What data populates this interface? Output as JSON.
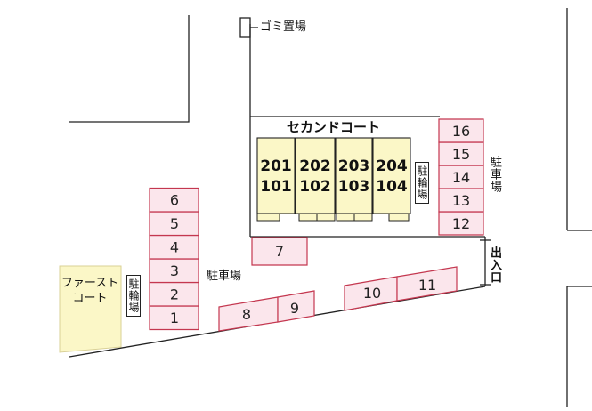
{
  "colors": {
    "parking_fill": "#fbe6ec",
    "parking_stroke": "#c4374f",
    "building_fill": "#fbf7c7",
    "outline": "#222222"
  },
  "labels": {
    "garbage": "ゴミ置場",
    "second_court": "セカンドコート",
    "first_court_line1": "ファースト",
    "first_court_line2": "コート",
    "bicycle_parking": "駐輪場",
    "parking_h": "駐車場",
    "parking_v": "駐車場",
    "entrance": "出入口"
  },
  "units": [
    {
      "upper": "201",
      "lower": "101"
    },
    {
      "upper": "202",
      "lower": "102"
    },
    {
      "upper": "203",
      "lower": "103"
    },
    {
      "upper": "204",
      "lower": "104"
    }
  ],
  "parking_spaces": [
    "1",
    "2",
    "3",
    "4",
    "5",
    "6",
    "7",
    "8",
    "9",
    "10",
    "11",
    "12",
    "13",
    "14",
    "15",
    "16"
  ]
}
